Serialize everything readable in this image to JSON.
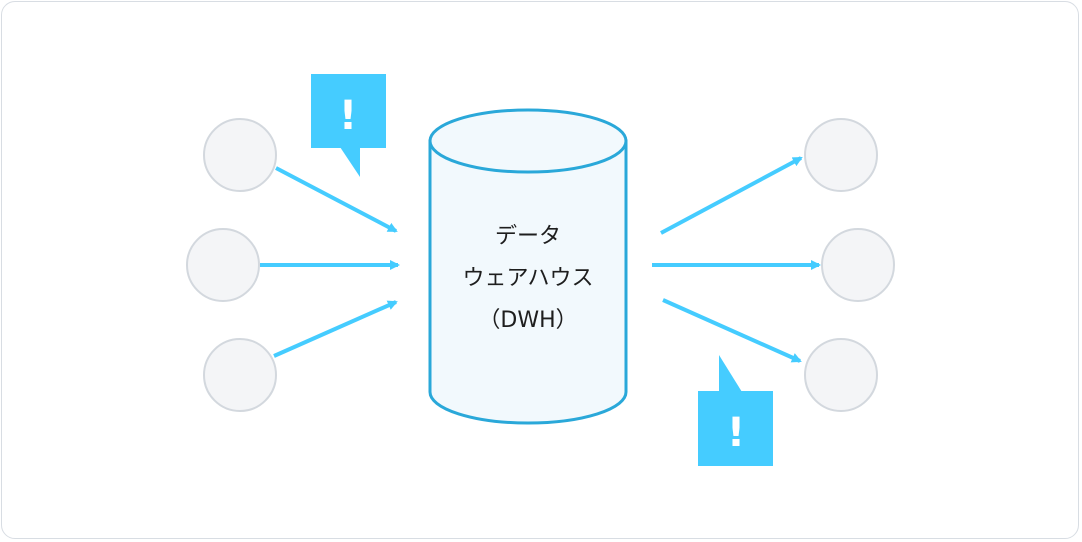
{
  "diagram": {
    "warehouse": {
      "label_lines": [
        "データ",
        "ウェアハウス",
        "（DWH）"
      ]
    },
    "alert_symbol": "!",
    "colors": {
      "accent": "#45ccff",
      "cylinder_stroke": "#2aa8d9",
      "cylinder_fill": "#f2f9fd",
      "node_fill": "#f4f5f7",
      "node_stroke": "#d3d8de",
      "frame_border": "#d8dde3",
      "text": "#1e1e1e"
    }
  }
}
